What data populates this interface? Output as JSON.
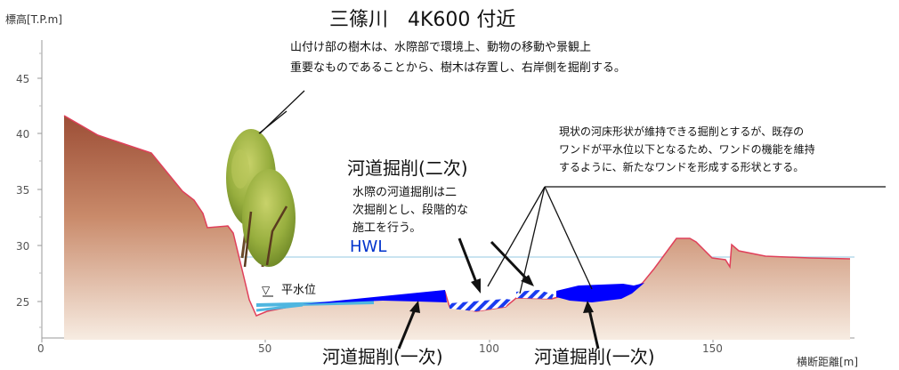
{
  "title": "三篠川　4K600 付近",
  "y_axis": {
    "label": "標高[T.P.m]",
    "ticks": [
      "45",
      "40",
      "35",
      "30",
      "25"
    ]
  },
  "x_axis": {
    "label": "横断距離[m]",
    "ticks": [
      "0",
      "50",
      "100",
      "150"
    ]
  },
  "labels": {
    "hwl": "HWL",
    "normal_water_symbol": "▽",
    "normal_water": "平水位"
  },
  "annotations": {
    "tree_note": [
      "山付け部の樹木は、水際部で環境上、動物の移動や景観上",
      "重要なものであることから、樹木は存置し、右岸側を掘削する。"
    ],
    "wand_note": [
      "現状の河床形状が維持できる掘削とするが、既存の",
      "ワンドが平水位以下となるため、ワンドの機能を維持",
      "するように、新たなワンドを形成する形状とする。"
    ],
    "second_title": "河道掘削(二次)",
    "second_note": [
      "水際の河道掘削は二",
      "次掘削とし、段階的な",
      "施工を行う。"
    ],
    "first_left": "河道掘削(一次)",
    "first_right": "河道掘削(一次)"
  },
  "colors": {
    "ground_top": "#a75a40",
    "ground_bottom": "#f4e4d4",
    "ground_line": "#e0405a",
    "excavation_first": "#0000ff",
    "water_line": "#4fb6e0",
    "hwl_line": "#b8dcec",
    "hwl_text": "#0033cc",
    "tree_light": "#a8bf4c",
    "tree_dark": "#5f7a20"
  }
}
